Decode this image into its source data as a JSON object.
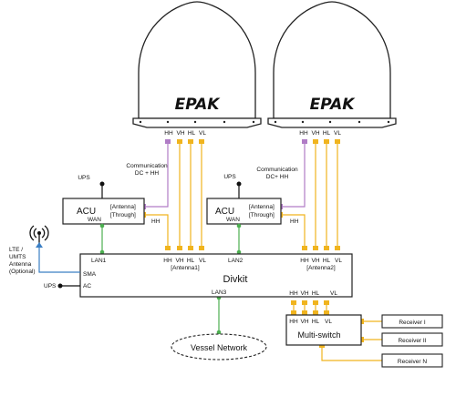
{
  "antennas": [
    {
      "logo": "EPAK",
      "ports": [
        "HH",
        "VH",
        "HL",
        "VL"
      ]
    },
    {
      "logo": "EPAK",
      "ports": [
        "HH",
        "VH",
        "HL",
        "VL"
      ]
    }
  ],
  "comm_labels": [
    {
      "line1": "Communication",
      "line2": "DC + HH"
    },
    {
      "line1": "Communication",
      "line2": "DC+ HH"
    }
  ],
  "acu": [
    {
      "title": "ACU",
      "wan": "WAN",
      "antenna": "[Antenna]",
      "through": "[Through]",
      "ups": "UPS",
      "hh": "HH"
    },
    {
      "title": "ACU",
      "wan": "WAN",
      "antenna": "[Antenna]",
      "through": "[Through]",
      "ups": "UPS",
      "hh": "HH"
    }
  ],
  "divkit": {
    "title": "Divkit",
    "lan1": "LAN1",
    "lan2": "LAN2",
    "lan3": "LAN3",
    "sma": "SMA",
    "ac": "AC",
    "ports1": [
      "HH",
      "VH",
      "HL",
      "VL"
    ],
    "group1": "[Antenna1]",
    "ports2": [
      "HH",
      "VH",
      "HL",
      "VL"
    ],
    "group2": "[Antenna2]",
    "out_ports": [
      "HH",
      "VH",
      "HL",
      "VL"
    ]
  },
  "lte": {
    "line1": "LTE /",
    "line2": "UMTS",
    "line3": "Antenna",
    "line4": "(Optional)"
  },
  "ups_divkit": "UPS",
  "multiswitch": {
    "ports": [
      "HH",
      "VH",
      "HL",
      "VL"
    ],
    "title": "Multi-switch"
  },
  "receivers": [
    "Receiver I",
    "Receiver II",
    "Receiver N"
  ],
  "vessel_network": "Vessel Network",
  "colors": {
    "coax": "#f0b41e",
    "lan": "#4caf50",
    "comm": "#b07cc6",
    "lte": "#3b7fc4",
    "logo": "#2a6fc9",
    "black": "#111111"
  }
}
